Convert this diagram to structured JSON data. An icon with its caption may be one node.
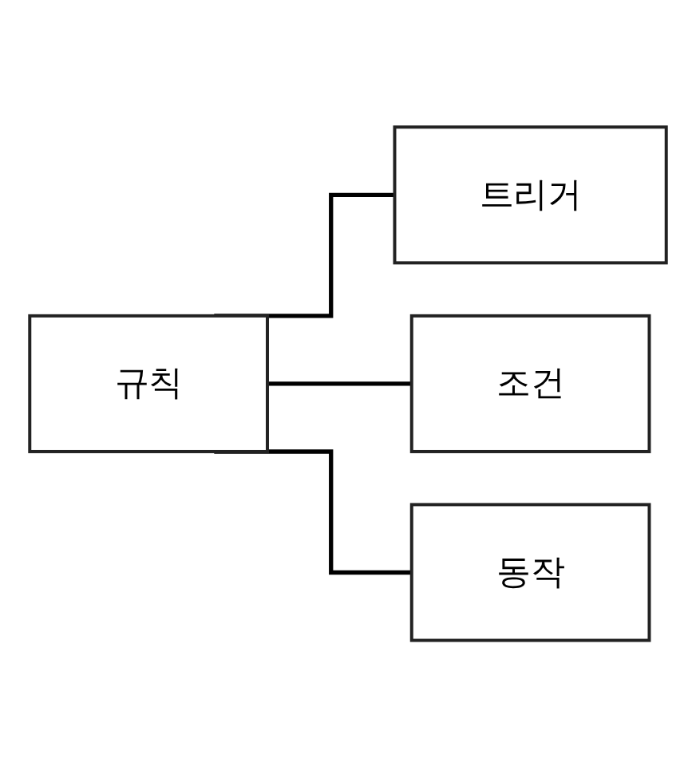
{
  "diagram": {
    "nodes": [
      {
        "text": [
          "규칙"
        ]
      },
      {
        "text": [
          "트리거"
        ]
      },
      {
        "text": [
          "조건"
        ]
      },
      {
        "text": [
          "동작"
        ]
      }
    ],
    "edges": [
      {
        "from": 0,
        "to": 1,
        "arrow": "none"
      },
      {
        "from": 0,
        "to": 2,
        "arrow": "none"
      },
      {
        "from": 0,
        "to": 3,
        "arrow": "none"
      }
    ]
  }
}
